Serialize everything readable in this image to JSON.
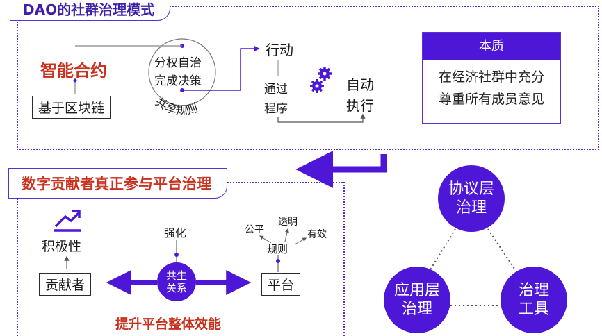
{
  "top_section": {
    "title": "DAO的社群治理模式",
    "smart_contract": "智能合约",
    "blockchain": "基于区块链",
    "decision_line1": "分权自治",
    "decision_line2": "完成决策",
    "shared_rules": "共享规则",
    "action": "行动",
    "through_line1": "通过",
    "through_line2": "程序",
    "auto_line1": "自动",
    "auto_line2": "执行",
    "essence_title": "本质",
    "essence_line1": "在经济社群中充分",
    "essence_line2": "尊重所有成员意见"
  },
  "bottom_section": {
    "title": "数字贡献者真正参与平台治理",
    "positivity": "积极性",
    "contributor": "贡献者",
    "strengthen": "强化",
    "symbiosis_line1": "共生",
    "symbiosis_line2": "关系",
    "platform": "平台",
    "rules": "规则",
    "fair": "公平",
    "transparent": "透明",
    "effective": "有效",
    "improve": "提升平台整体效能"
  },
  "governance_triangle": {
    "protocol_line1": "协议层",
    "protocol_line2": "治理",
    "application_line1": "应用层",
    "application_line2": "治理",
    "tools_line1": "治理",
    "tools_line2": "工具"
  },
  "colors": {
    "purple": "#4e17d8",
    "red": "#c8321e",
    "border": "#5b2fd0"
  },
  "icons": [
    "gear-icon",
    "trend-up-icon"
  ]
}
